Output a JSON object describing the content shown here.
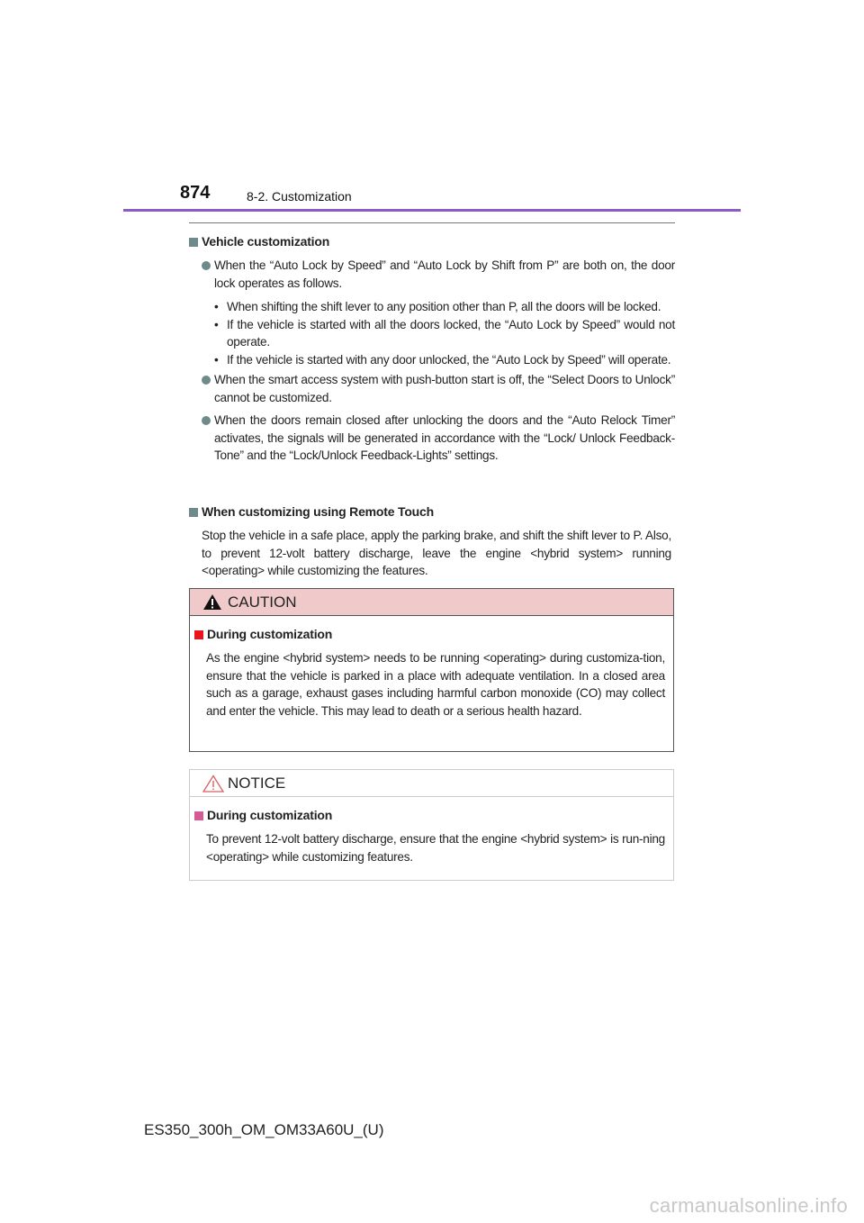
{
  "header": {
    "page_number": "874",
    "section": "8-2. Customization"
  },
  "vehicle_customization": {
    "heading": "Vehicle customization",
    "bullets": [
      {
        "text": "When the “Auto Lock by Speed” and “Auto Lock by Shift from P” are both on, the door lock operates as follows.",
        "sub": [
          "When shifting the shift lever to any position other than P, all the doors will be locked.",
          "If the vehicle is started with all the doors locked, the “Auto Lock by Speed” would not operate.",
          "If the vehicle is started with any door unlocked, the “Auto Lock by Speed” will operate."
        ]
      },
      {
        "text": "When the smart access system with push-button start is off, the “Select Doors to Unlock” cannot be customized."
      },
      {
        "text": "When the doors remain closed after unlocking the doors and the “Auto Relock Timer” activates, the signals will be generated in accordance with the “Lock/ Unlock Feedback-Tone” and the “Lock/Unlock Feedback-Lights” settings."
      }
    ]
  },
  "remote_touch": {
    "heading": "When customizing using Remote Touch",
    "text": "Stop the vehicle in a safe place, apply the parking brake, and shift the shift lever to P. Also, to prevent 12-volt battery discharge, leave the engine <hybrid system> running <operating> while customizing the features."
  },
  "caution": {
    "title": "CAUTION",
    "heading": "During customization",
    "text": "As the engine <hybrid system> needs to be running <operating> during customiza-tion, ensure that the vehicle is parked in a place with adequate ventilation. In a closed area such as a garage, exhaust gases including harmful carbon monoxide (CO) may collect and enter the vehicle. This may lead to death or a serious health hazard."
  },
  "notice": {
    "title": "NOTICE",
    "heading": "During customization",
    "text": "To prevent 12-volt battery discharge, ensure that the engine <hybrid system> is run-ning <operating> while customizing features."
  },
  "footer": "ES350_300h_OM_OM33A60U_(U)",
  "watermark": "carmanualsonline.info",
  "colors": {
    "rule": "#8a5cc4",
    "caution_bg": "#f0caca",
    "caution_square": "#e8141e",
    "notice_square": "#d65a96",
    "section_square": "#6e8a8a"
  }
}
